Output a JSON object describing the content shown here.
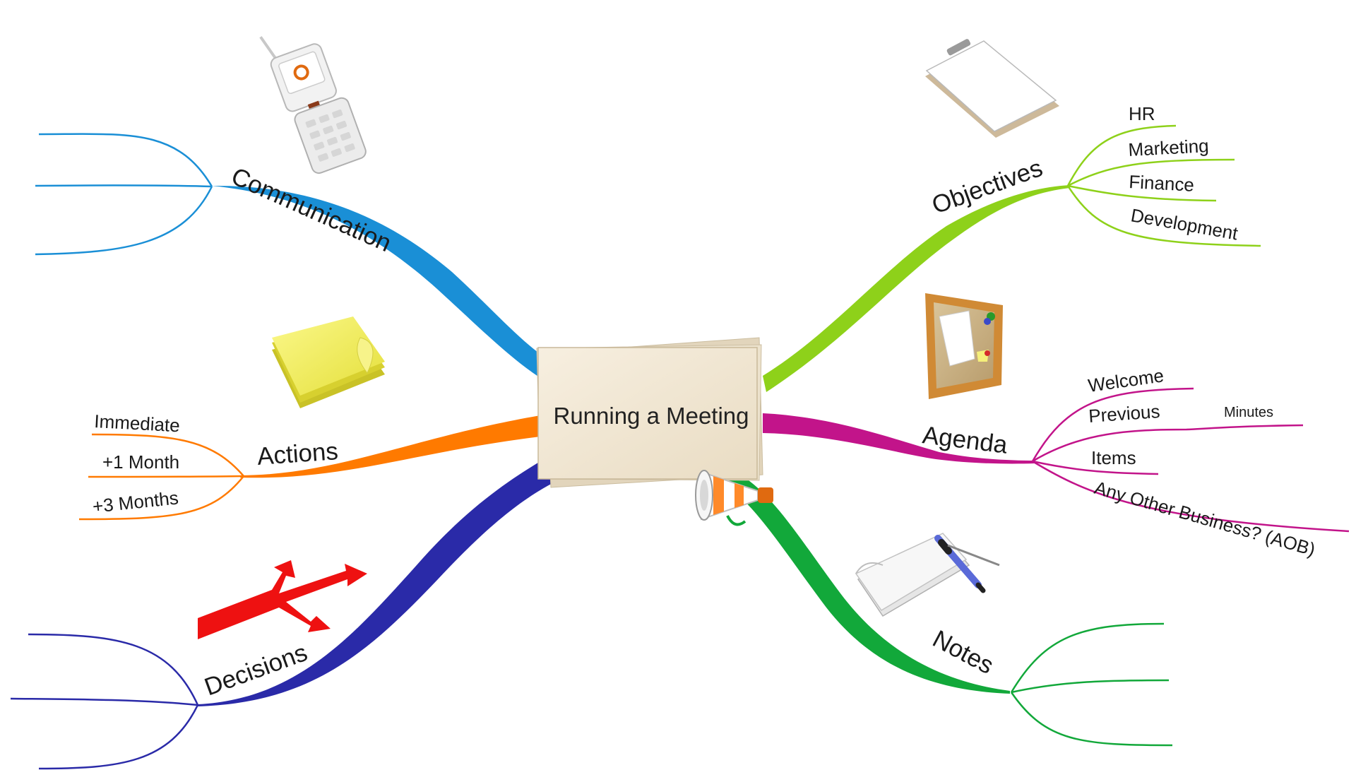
{
  "central_topic": {
    "title": "Running a Meeting",
    "icon": "megaphone-icon"
  },
  "branches": {
    "communication": {
      "label": "Communication",
      "color": "#1a8fd6",
      "icon": "mobile-phone-icon"
    },
    "actions": {
      "label": "Actions",
      "color": "#ff7a00",
      "icon": "sticky-notes-icon",
      "items": [
        "Immediate",
        "+1 Month",
        "+3 Months"
      ]
    },
    "decisions": {
      "label": "Decisions",
      "color": "#2a2aa8",
      "icon": "split-arrow-icon"
    },
    "objectives": {
      "label": "Objectives",
      "color": "#8ed11a",
      "icon": "clipboard-icon",
      "items": [
        "HR",
        "Marketing",
        "Finance",
        "Development"
      ]
    },
    "agenda": {
      "label": "Agenda",
      "color": "#c2148a",
      "icon": "corkboard-icon",
      "items": [
        "Welcome",
        "Previous",
        "Items",
        "Any Other Business? (AOB)"
      ],
      "sub_item": "Minutes"
    },
    "notes": {
      "label": "Notes",
      "color": "#12a83a",
      "icon": "notepad-pen-icon"
    }
  }
}
